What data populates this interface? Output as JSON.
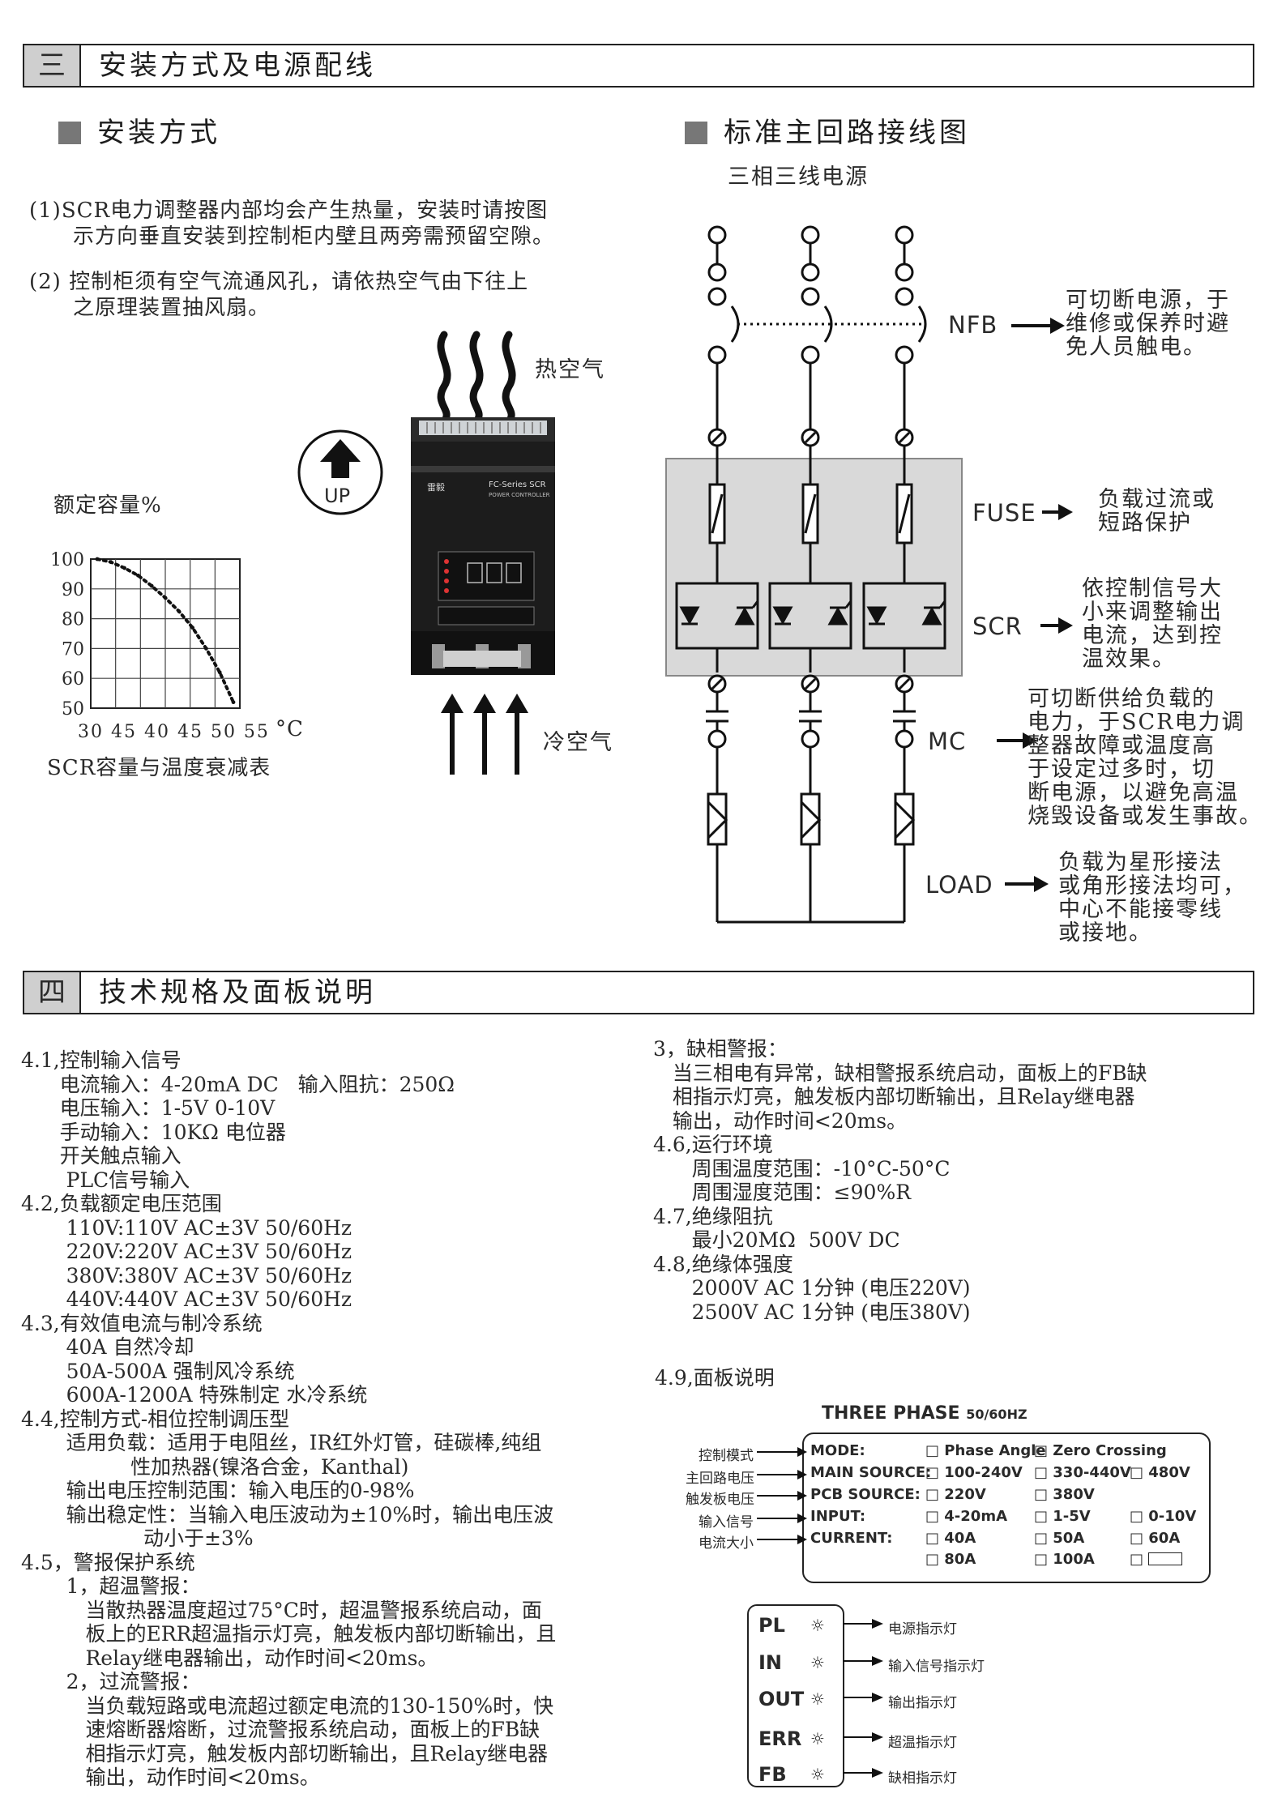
{
  "sec3": {
    "num": "三",
    "title": "安装方式及电源配线"
  },
  "install": {
    "heading": "安装方式",
    "p1a": "(1)SCR电力调整器内部均会产生热量，安装时请按图",
    "p1b": "示方向垂直安装到控制柜内壁且两旁需预留空隙。",
    "p2a": "(2) 控制柜须有空气流通风孔，请依热空气由下往上",
    "p2b": "之原理装置抽风扇。",
    "hot_air": "热空气",
    "cold_air": "冷空气",
    "up": "UP",
    "rated_capacity": "额定容量%",
    "y_ticks": [
      "100",
      "90",
      "80",
      "70",
      "60",
      "50"
    ],
    "x_ticks": "30 45 40 45 50 55",
    "x_unit": "°C",
    "caption": "SCR容量与温度衰减表",
    "device_brand": "雷毅",
    "device_series": "FC-Series SCR",
    "device_sub": "POWER CONTROLLER"
  },
  "wiring": {
    "heading": "标准主回路接线图",
    "source": "三相三线电源",
    "nfb": "NFB",
    "fuse": "FUSE",
    "scr": "SCR",
    "mc": "MC",
    "load": "LOAD",
    "nfb_note": [
      "可切断电源，于",
      "维修或保养时避",
      "免人员触电。"
    ],
    "fuse_note": [
      "负载过流或",
      "短路保护"
    ],
    "scr_note": [
      "依控制信号大",
      "小来调整输出",
      "电流，达到控",
      "温效果。"
    ],
    "mc_note": [
      "可切断供给负载的",
      "电力，于SCR电力调",
      "整器故障或温度高",
      "于设定过多时，切",
      "断电源，以避免高温",
      "烧毁设备或发生事故。"
    ],
    "load_note": [
      "负载为星形接法",
      "或角形接法均可，",
      "中心不能接零线",
      "或接地。"
    ]
  },
  "sec4": {
    "num": "四",
    "title": "技术规格及面板说明"
  },
  "spec_left": [
    "4.1,控制输入信号",
    "      电流输入：4-20mA DC   输入阻抗：250Ω",
    "      电压输入：1-5V 0-10V",
    "      手动输入：10KΩ 电位器",
    "      开关触点输入",
    "       PLC信号输入",
    "4.2,负载额定电压范围",
    "       110V:110V AC±3V 50/60Hz",
    "       220V:220V AC±3V 50/60Hz",
    "       380V:380V AC±3V 50/60Hz",
    "       440V:440V AC±3V 50/60Hz",
    "4.3,有效值电流与制冷系统",
    "       40A 自然冷却",
    "       50A-500A 强制风冷系统",
    "       600A-1200A 特殊制定 水冷系统",
    "4.4,控制方式-相位控制调压型",
    "       适用负载：适用于电阻丝，IR红外灯管，硅碳棒,纯组",
    "                 性加热器(镍洛合金，Kanthal)",
    "       输出电压控制范围：输入电压的0-98%",
    "       输出稳定性：当输入电压波动为±10%时，输出电压波",
    "                   动小于±3%",
    "4.5，警报保护系统",
    "       1，超温警报：",
    "          当散热器温度超过75°C时，超温警报系统启动，面",
    "          板上的ERR超温指示灯亮，触发板内部切断输出，且",
    "          Relay继电器输出，动作时间<20ms。",
    "       2，过流警报：",
    "          当负载短路或电流超过额定电流的130-150%时，快",
    "          速熔断器熔断，过流警报系统启动，面板上的FB缺",
    "          相指示灯亮，触发板内部切断输出，且Relay继电器",
    "          输出，动作时间<20ms。"
  ],
  "spec_right": [
    "3，缺相警报：",
    "   当三相电有异常，缺相警报系统启动，面板上的FB缺",
    "   相指示灯亮，触发板内部切断输出，且Relay继电器",
    "   输出，动作时间<20ms。",
    "4.6,运行环境",
    "      周围温度范围：-10°C-50°C",
    "      周围湿度范围：≤90%R",
    "4.7,绝缘阻抗",
    "      最小20MΩ  500V DC",
    "4.8,绝缘体强度",
    "      2000V AC 1分钟 (电压220V)",
    "      2500V AC 1分钟 (电压380V)"
  ],
  "panel": {
    "heading": "4.9,面板说明",
    "title": "THREE PHASE",
    "freq": "50/60HZ",
    "left_labels": [
      "控制模式",
      "主回路电压",
      "触发板电压",
      "输入信号",
      "电流大小"
    ],
    "mode": "MODE:",
    "mode_opts": [
      "Phase Angle",
      "Zero Crossing"
    ],
    "main": "MAIN SOURCE:",
    "main_opts": [
      "100-240V",
      "330-440V",
      "480V"
    ],
    "pcb": "PCB SOURCE:",
    "pcb_opts": [
      "220V",
      "380V"
    ],
    "input": "INPUT:",
    "input_opts": [
      "4-20mA",
      "1-5V",
      "0-10V"
    ],
    "current": "CURRENT:",
    "current_opts": [
      "40A",
      "50A",
      "60A",
      "80A",
      "100A"
    ],
    "leds": [
      {
        "code": "PL",
        "desc": "电源指示灯"
      },
      {
        "code": "IN",
        "desc": "输入信号指示灯"
      },
      {
        "code": "OUT",
        "desc": "输出指示灯"
      },
      {
        "code": "ERR",
        "desc": "超温指示灯"
      },
      {
        "code": "FB",
        "desc": "缺相指示灯"
      }
    ]
  },
  "chart_data": {
    "type": "line",
    "title": "SCR容量与温度衰减表",
    "xlabel": "°C",
    "ylabel": "额定容量%",
    "ylim": [
      50,
      100
    ],
    "series": [
      {
        "x": [
          0,
          0.1,
          0.2,
          0.3,
          0.4,
          0.5,
          0.6,
          0.7,
          0.8,
          0.9,
          1.0
        ],
        "values": [
          100,
          99,
          97,
          94.5,
          91,
          87,
          82.5,
          77,
          70,
          62,
          52
        ]
      }
    ]
  }
}
